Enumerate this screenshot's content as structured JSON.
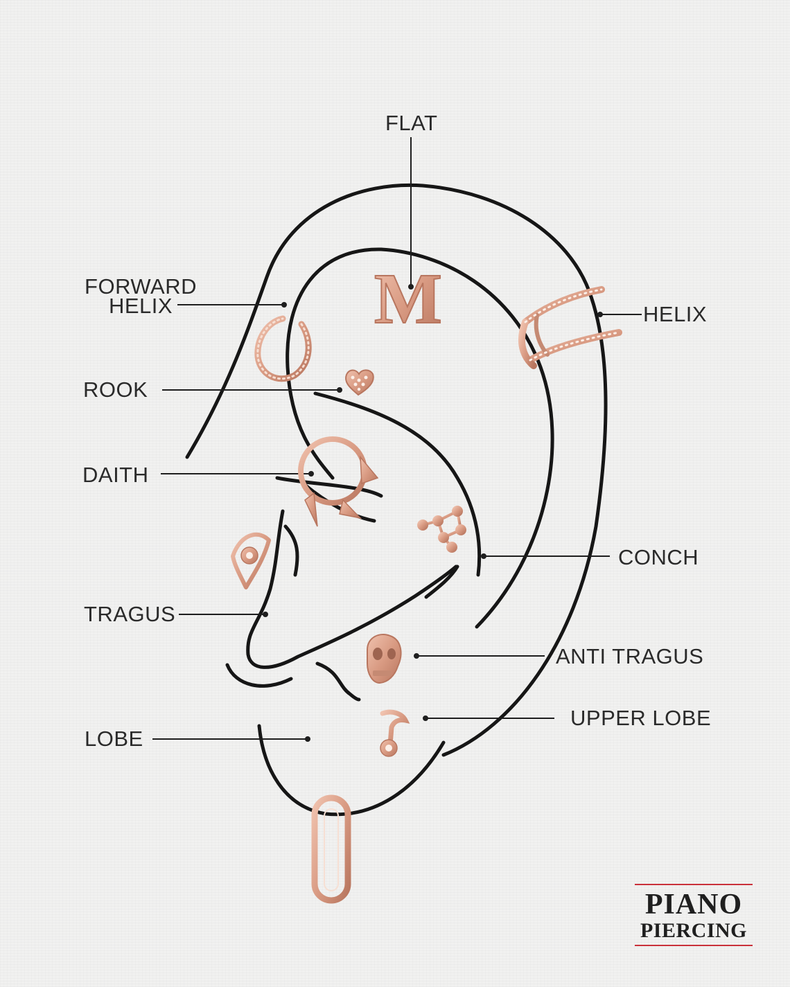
{
  "labels": {
    "flat": "FLAT",
    "forward_helix_1": "FORWARD",
    "forward_helix_2": "HELIX",
    "helix": "HELIX",
    "rook": "ROOK",
    "daith": "DAITH",
    "conch": "CONCH",
    "tragus": "TRAGUS",
    "anti_tragus": "ANTI TRAGUS",
    "lobe": "LOBE",
    "upper_lobe": "UPPER LOBE"
  },
  "jewelry": {
    "flat_letter": "M"
  },
  "brand": {
    "line1": "PIANO",
    "line2": "PIERCING"
  },
  "colors": {
    "outline": "#161616",
    "rose_gold": "#d9a089",
    "rose_gold_dark": "#b97a63",
    "brand_rule": "#c9303a"
  }
}
